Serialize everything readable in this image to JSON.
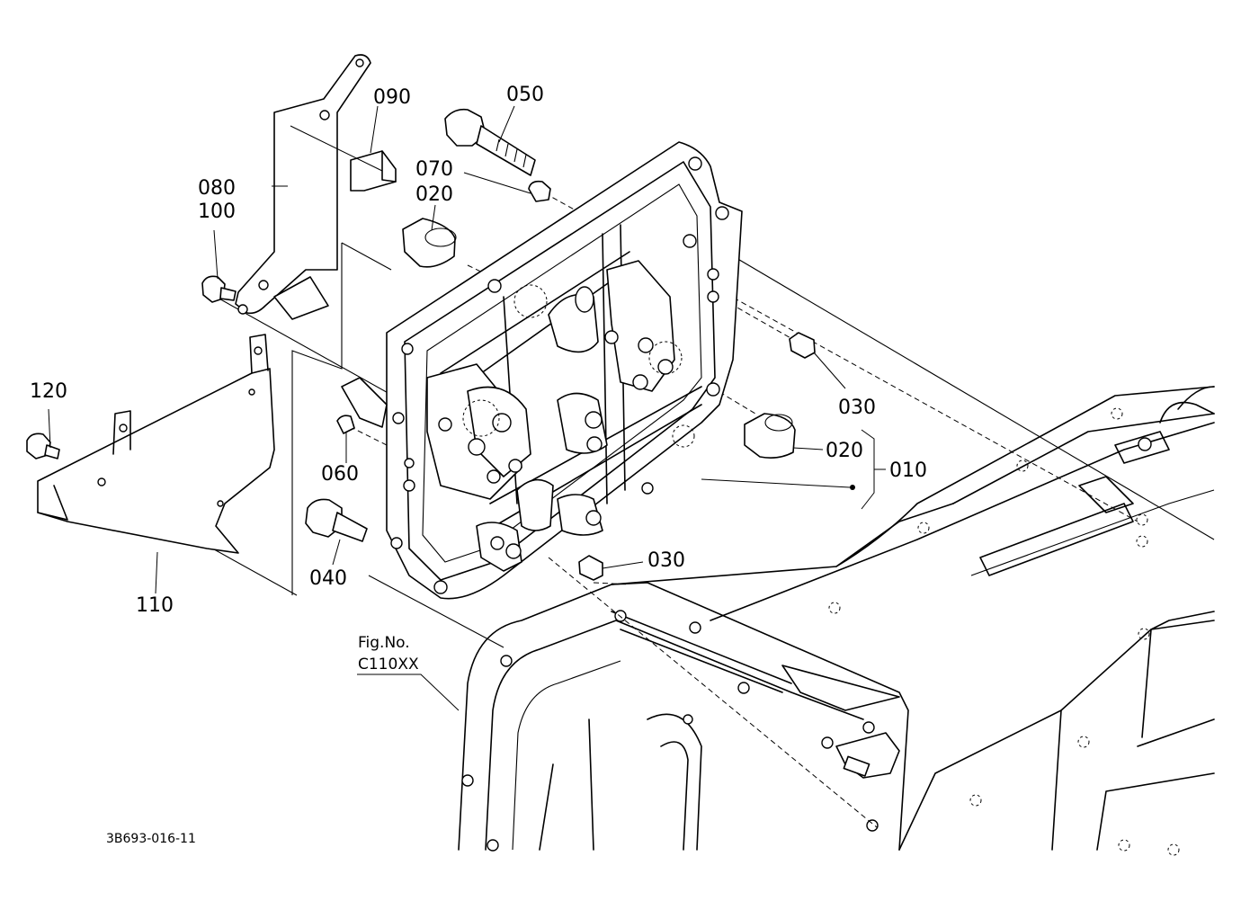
{
  "callouts": {
    "c010": "010",
    "c020a": "020",
    "c020b": "020",
    "c030a": "030",
    "c030b": "030",
    "c040": "040",
    "c050": "050",
    "c060": "060",
    "c070": "070",
    "c080": "080",
    "c090": "090",
    "c100": "100",
    "c110": "110",
    "c120": "120"
  },
  "figure_ref": {
    "line1": "Fig.No.",
    "line2": "C110XX"
  },
  "diagram_code": "3B693-016-11"
}
